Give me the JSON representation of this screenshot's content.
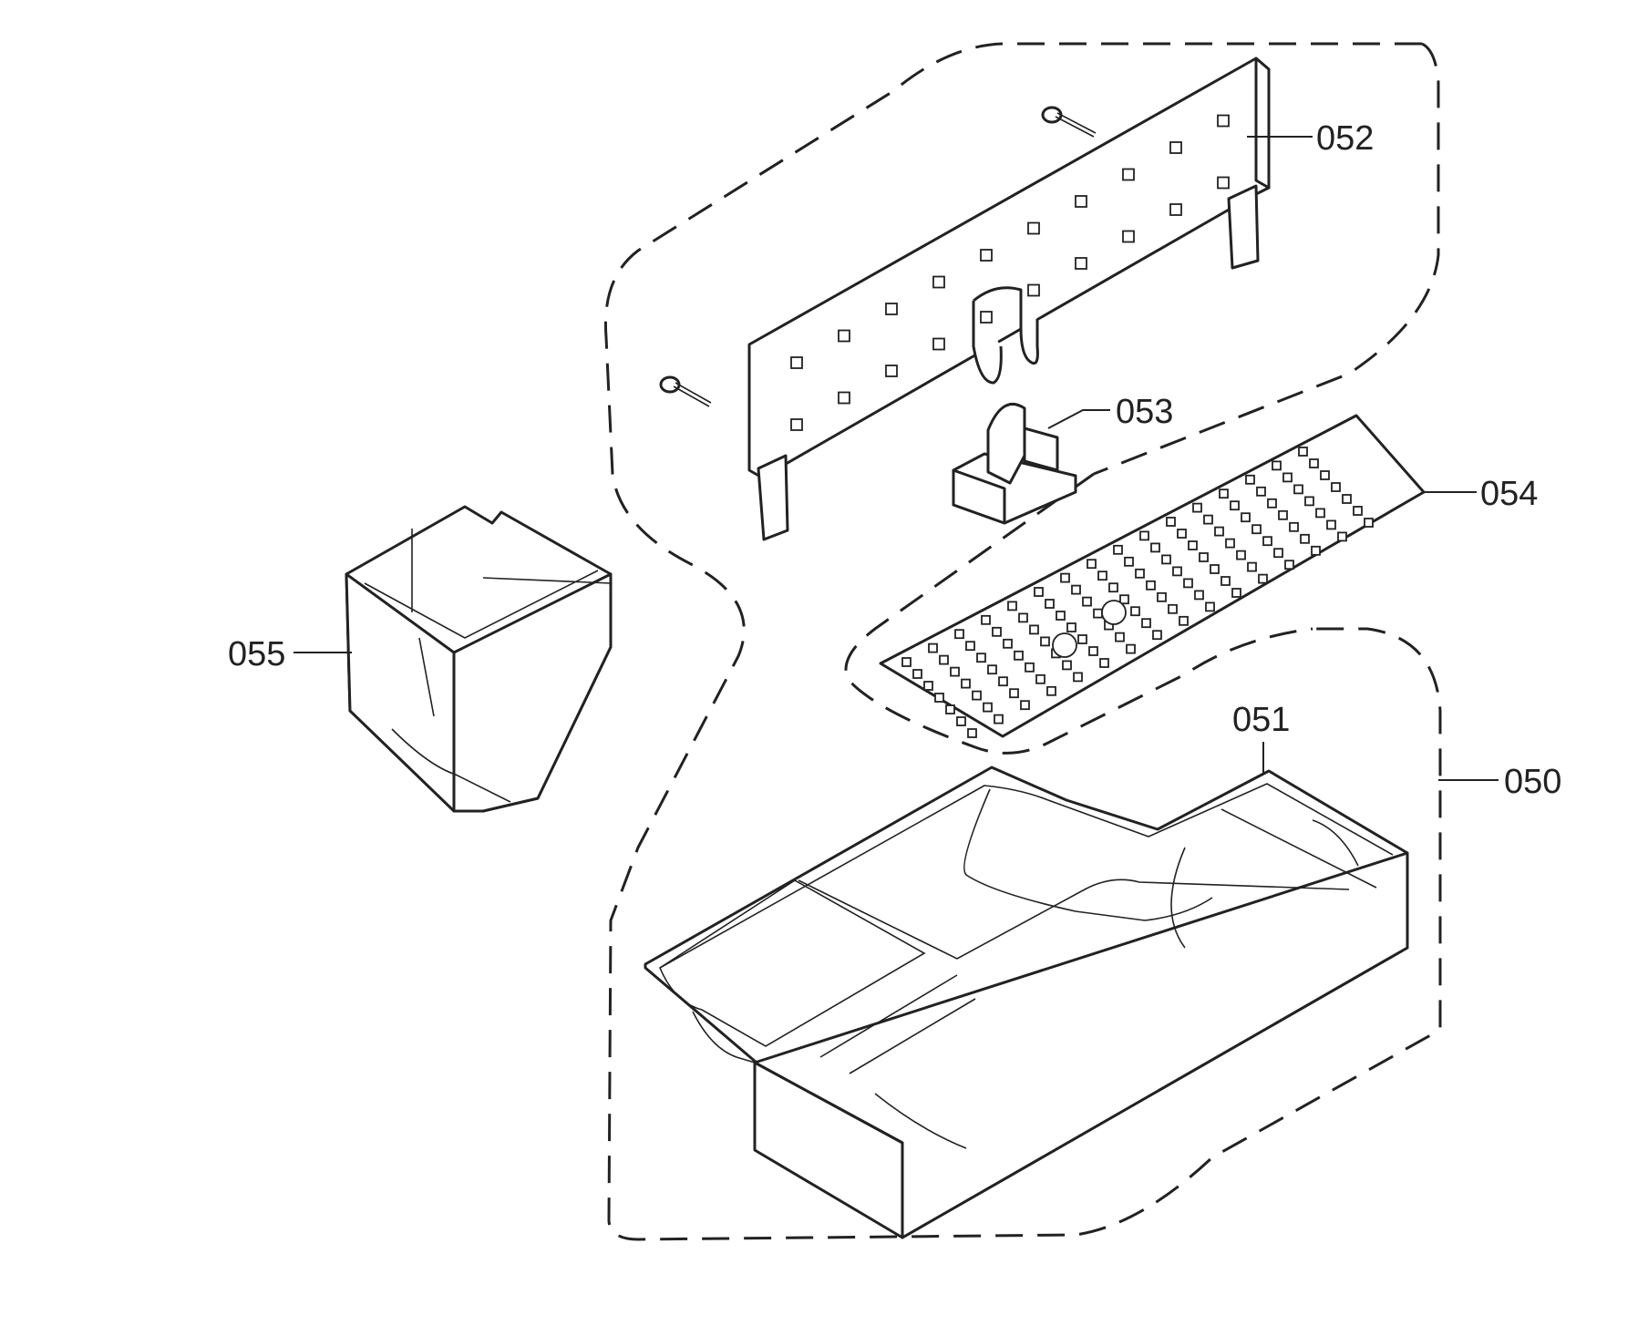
{
  "parts": [
    {
      "id": "part-050",
      "label": "050"
    },
    {
      "id": "part-051",
      "label": "051"
    },
    {
      "id": "part-052",
      "label": "052"
    },
    {
      "id": "part-053",
      "label": "053"
    },
    {
      "id": "part-054",
      "label": "054"
    },
    {
      "id": "part-055",
      "label": "055"
    }
  ],
  "colors": {
    "line": "#222222",
    "background": "#ffffff"
  }
}
